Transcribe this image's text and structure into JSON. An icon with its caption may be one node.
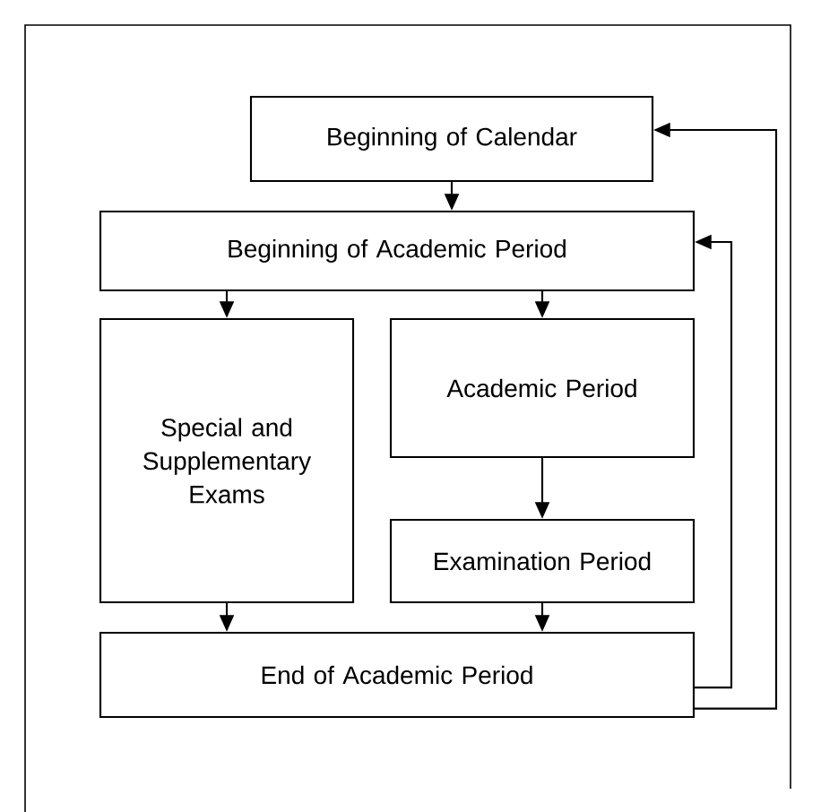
{
  "diagram": {
    "nodes": [
      {
        "text": [
          "Beginning of Calendar"
        ]
      },
      {
        "text": [
          "Beginning of Academic Period"
        ]
      },
      {
        "text": [
          "Special and Supplementary Exams"
        ]
      },
      {
        "text": [
          "Academic Period"
        ]
      },
      {
        "text": [
          "Examination Period"
        ]
      },
      {
        "text": [
          "End of Academic Period"
        ]
      }
    ],
    "edges": [
      {
        "from": 0,
        "to": 1,
        "arrow": "to"
      },
      {
        "from": 1,
        "to": 2,
        "arrow": "to"
      },
      {
        "from": 1,
        "to": 3,
        "arrow": "to"
      },
      {
        "from": 3,
        "to": 4,
        "arrow": "to"
      },
      {
        "from": 2,
        "to": 5,
        "arrow": "to"
      },
      {
        "from": 4,
        "to": 5,
        "arrow": "to"
      },
      {
        "from": 5,
        "to": 1,
        "arrow": "to"
      },
      {
        "from": 5,
        "to": 0,
        "arrow": "to"
      }
    ]
  }
}
